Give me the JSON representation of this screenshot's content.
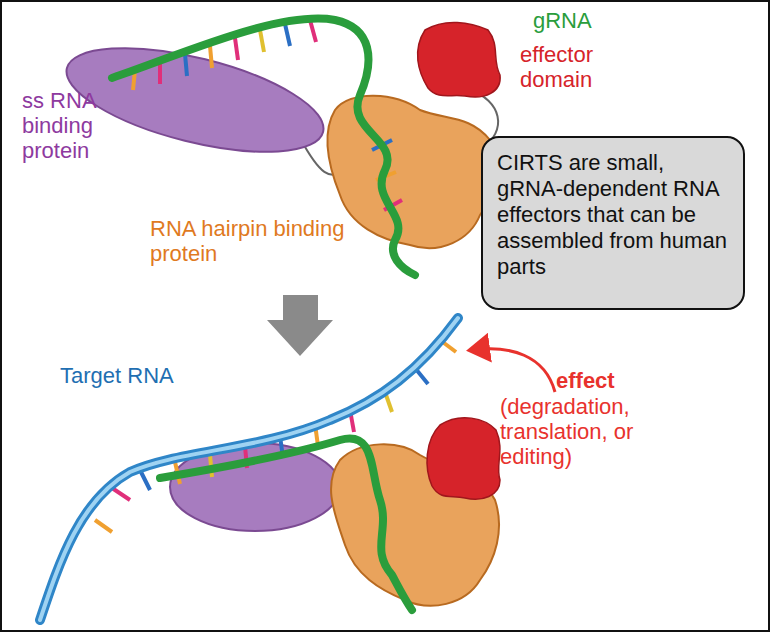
{
  "diagram": {
    "nodes": [
      {
        "text": [
          "CIRTS are small, gRNA-dependent RNA effectors that can be assembled from human parts"
        ]
      }
    ],
    "labels": [
      "gRNA",
      "effector domain",
      "ss RNA binding protein",
      "RNA hairpin binding protein",
      "Target RNA",
      "effect",
      "(degradation, translation, or editing)"
    ]
  }
}
